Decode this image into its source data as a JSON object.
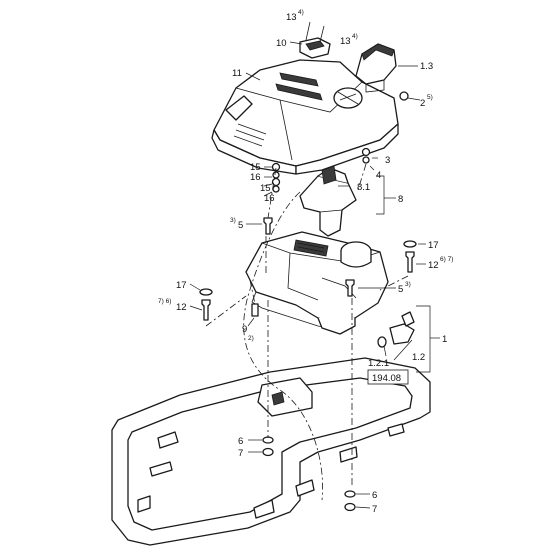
{
  "labels": {
    "l13a": "13",
    "l13a_sup": "4)",
    "l13b": "13",
    "l13b_sup": "4)",
    "l10": "10",
    "l11": "11",
    "l1_3": "1.3",
    "l2": "2",
    "l2_sup": "5)",
    "l3": "3",
    "l4": "4",
    "l15a": "15",
    "l16a": "16",
    "l15b": "15",
    "l16b": "16",
    "l8_1": "8.1",
    "l8": "8",
    "l5a_sup": "3)",
    "l5a": "5",
    "l17a": "17",
    "l12a": "12",
    "l12a_sup": "6) 7)",
    "l17b": "17",
    "l12b_sup": "7) 6)",
    "l12b": "12",
    "l5b": "5",
    "l5b_sup": "3)",
    "l9": "9",
    "l9_sup": "2)",
    "l1": "1",
    "l1_2_1": "1.2.1",
    "l1_2": "1.2",
    "ref": "194.08",
    "l6a": "6",
    "l7a": "7",
    "l6b": "6",
    "l7b": "7"
  }
}
